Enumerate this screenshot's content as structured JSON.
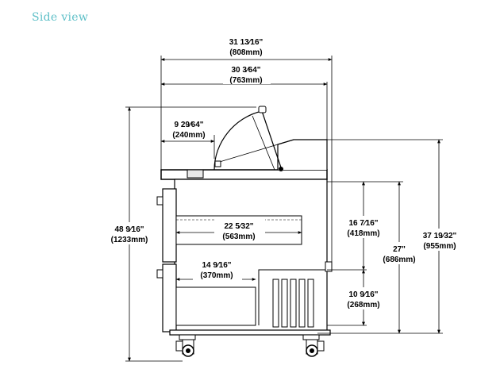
{
  "title": "Side view",
  "dimensions": {
    "overall_width": {
      "imperial": "31 13⁄16\"",
      "metric": "(808mm)"
    },
    "top_width": {
      "imperial": "30 3⁄64\"",
      "metric": "(763mm)"
    },
    "lid_depth": {
      "imperial": "9 29⁄64\"",
      "metric": "(240mm)"
    },
    "overall_height": {
      "imperial": "48 9⁄16\"",
      "metric": "(1233mm)"
    },
    "drawer_width": {
      "imperial": "22 5⁄32\"",
      "metric": "(563mm)"
    },
    "lower_drawer_width": {
      "imperial": "14 9⁄16\"",
      "metric": "(370mm)"
    },
    "work_height": {
      "imperial": "37 19⁄32\"",
      "metric": "(955mm)"
    },
    "counter_height": {
      "imperial": "27\"",
      "metric": "(686mm)"
    },
    "upper_section": {
      "imperial": "16 7⁄16\"",
      "metric": "(418mm)"
    },
    "lower_section": {
      "imperial": "10 9⁄16\"",
      "metric": "(268mm)"
    }
  }
}
